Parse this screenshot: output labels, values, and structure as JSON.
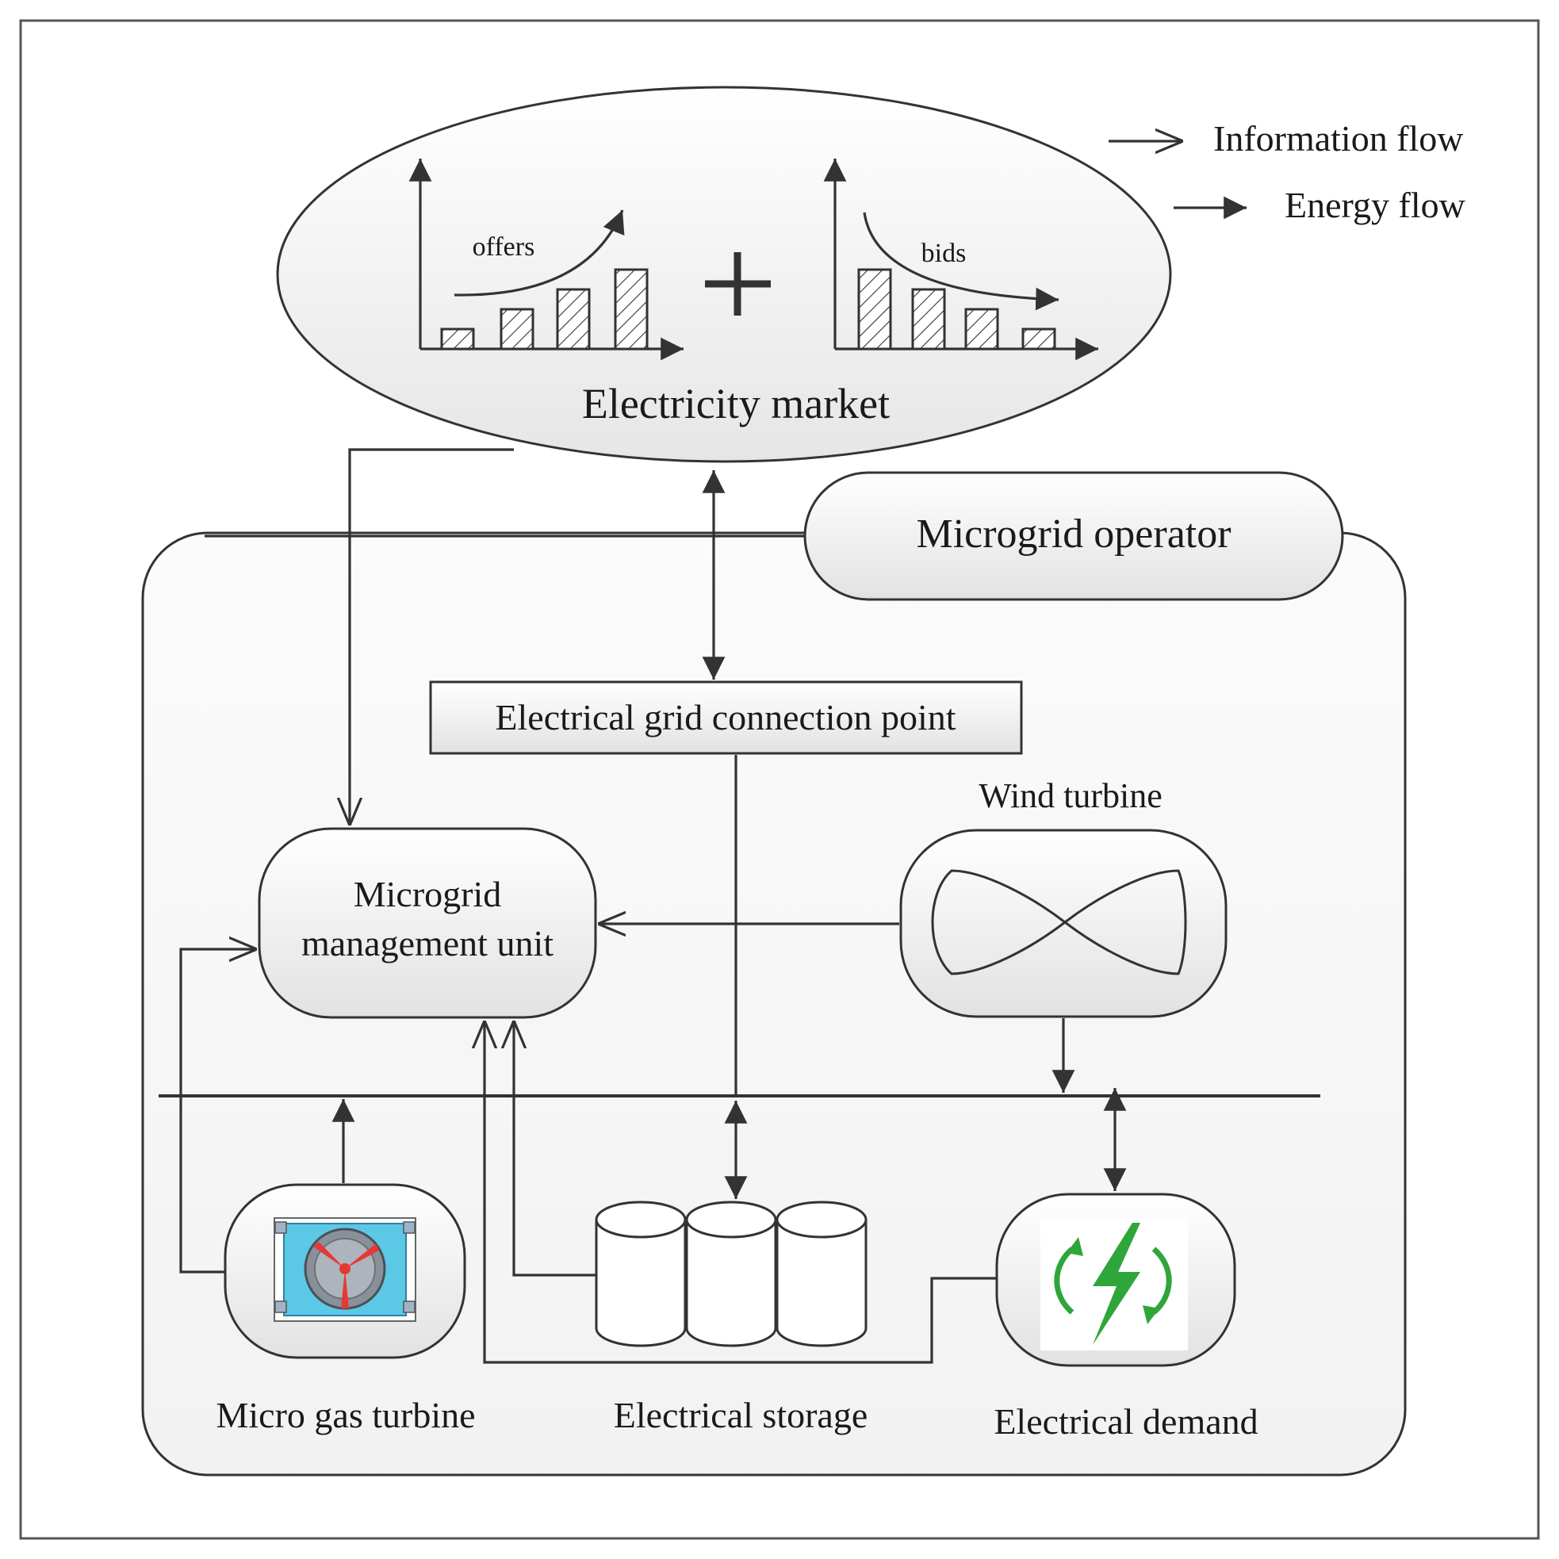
{
  "legend": {
    "information_flow": "Information flow",
    "energy_flow": "Energy flow"
  },
  "market": {
    "title": "Electricity market",
    "offers_label": "offers",
    "bids_label": "bids",
    "offers_bar_levels": [
      1,
      2,
      3,
      4
    ],
    "bids_bar_levels": [
      4,
      3,
      2,
      1
    ]
  },
  "operator": {
    "label": "Microgrid operator"
  },
  "connection_point": {
    "label": "Electrical grid connection point"
  },
  "management_unit": {
    "label_line1": "Microgrid",
    "label_line2": "management unit"
  },
  "wind_turbine": {
    "label": "Wind turbine"
  },
  "gas_turbine": {
    "label": "Micro gas turbine"
  },
  "storage": {
    "label": "Electrical storage"
  },
  "demand": {
    "label": "Electrical demand"
  },
  "colors": {
    "line": "#333333",
    "fan_blade": "#e53935",
    "gas_turbine_panel": "#5bc8e6",
    "demand_symbol": "#2ea63a"
  }
}
